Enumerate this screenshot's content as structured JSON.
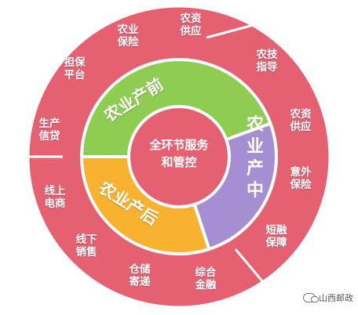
{
  "diagram": {
    "center": "全环节服务\n和管控",
    "stages": [
      {
        "label": "农业产前",
        "color": "#8fcd52"
      },
      {
        "label": "农业产中",
        "color": "#a58fd2"
      },
      {
        "label": "农业产后",
        "color": "#f9b22f"
      }
    ],
    "outer_color": "#e56171",
    "center_color": "#e56171",
    "pre": [
      "农业\n保险",
      "担保\n平台",
      "生产\n信贷"
    ],
    "mid": [
      "农技\n指导",
      "农资\n供应",
      "意外\n保险",
      "短融\n保障"
    ],
    "post": [
      "线上\n电商",
      "线下\n销售",
      "仓储\n寄递",
      "综合\n金融"
    ],
    "top": "农资\n供应"
  },
  "watermark": "山西邮政"
}
